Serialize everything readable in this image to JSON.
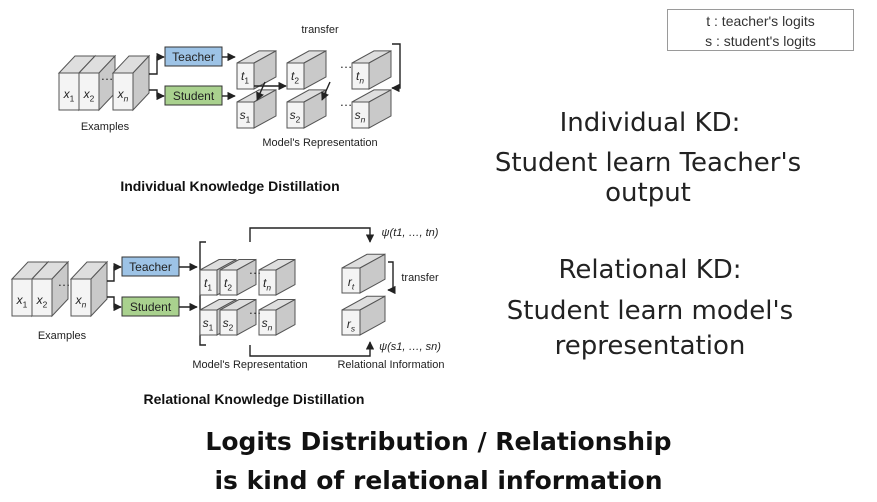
{
  "legend": {
    "teacher_line": "t : teacher's logits",
    "student_line": "s : student's logits"
  },
  "individual": {
    "caption": "Individual Knowledge Distillation",
    "teacher_label": "Teacher",
    "student_label": "Student",
    "examples_label": "Examples",
    "transfer_label": "transfer",
    "repr_label": "Model's Representation",
    "inputs": [
      "x1",
      "x2",
      "xn"
    ],
    "teacher_outputs": [
      "t1",
      "t2",
      "tn"
    ],
    "student_outputs": [
      "s1",
      "s2",
      "sn"
    ]
  },
  "relational": {
    "caption": "Relational Knowledge Distillation",
    "teacher_label": "Teacher",
    "student_label": "Student",
    "examples_label": "Examples",
    "transfer_label": "transfer",
    "repr_label": "Model's Representation",
    "relational_info_label": "Relational Information",
    "psi_t": "ψ(t1, …, tn)",
    "psi_s": "ψ(s1, …, sn)",
    "r_t": "rt",
    "r_s": "rs"
  },
  "right": {
    "ikd_title": "Individual KD:",
    "ikd_desc": "Student learn Teacher's output",
    "rkd_title": "Relational KD:",
    "rkd_desc_line1": "Student learn model's",
    "rkd_desc_line2": "representation"
  },
  "bottom": {
    "line1": "Logits Distribution / Relationship",
    "line2": "is kind of relational information"
  },
  "colors": {
    "teacher_fill": "#9dc3e6",
    "student_fill": "#a9d18e",
    "block_front": "#f4f4f4",
    "block_top": "#dedede",
    "block_side": "#c9c9c9"
  }
}
